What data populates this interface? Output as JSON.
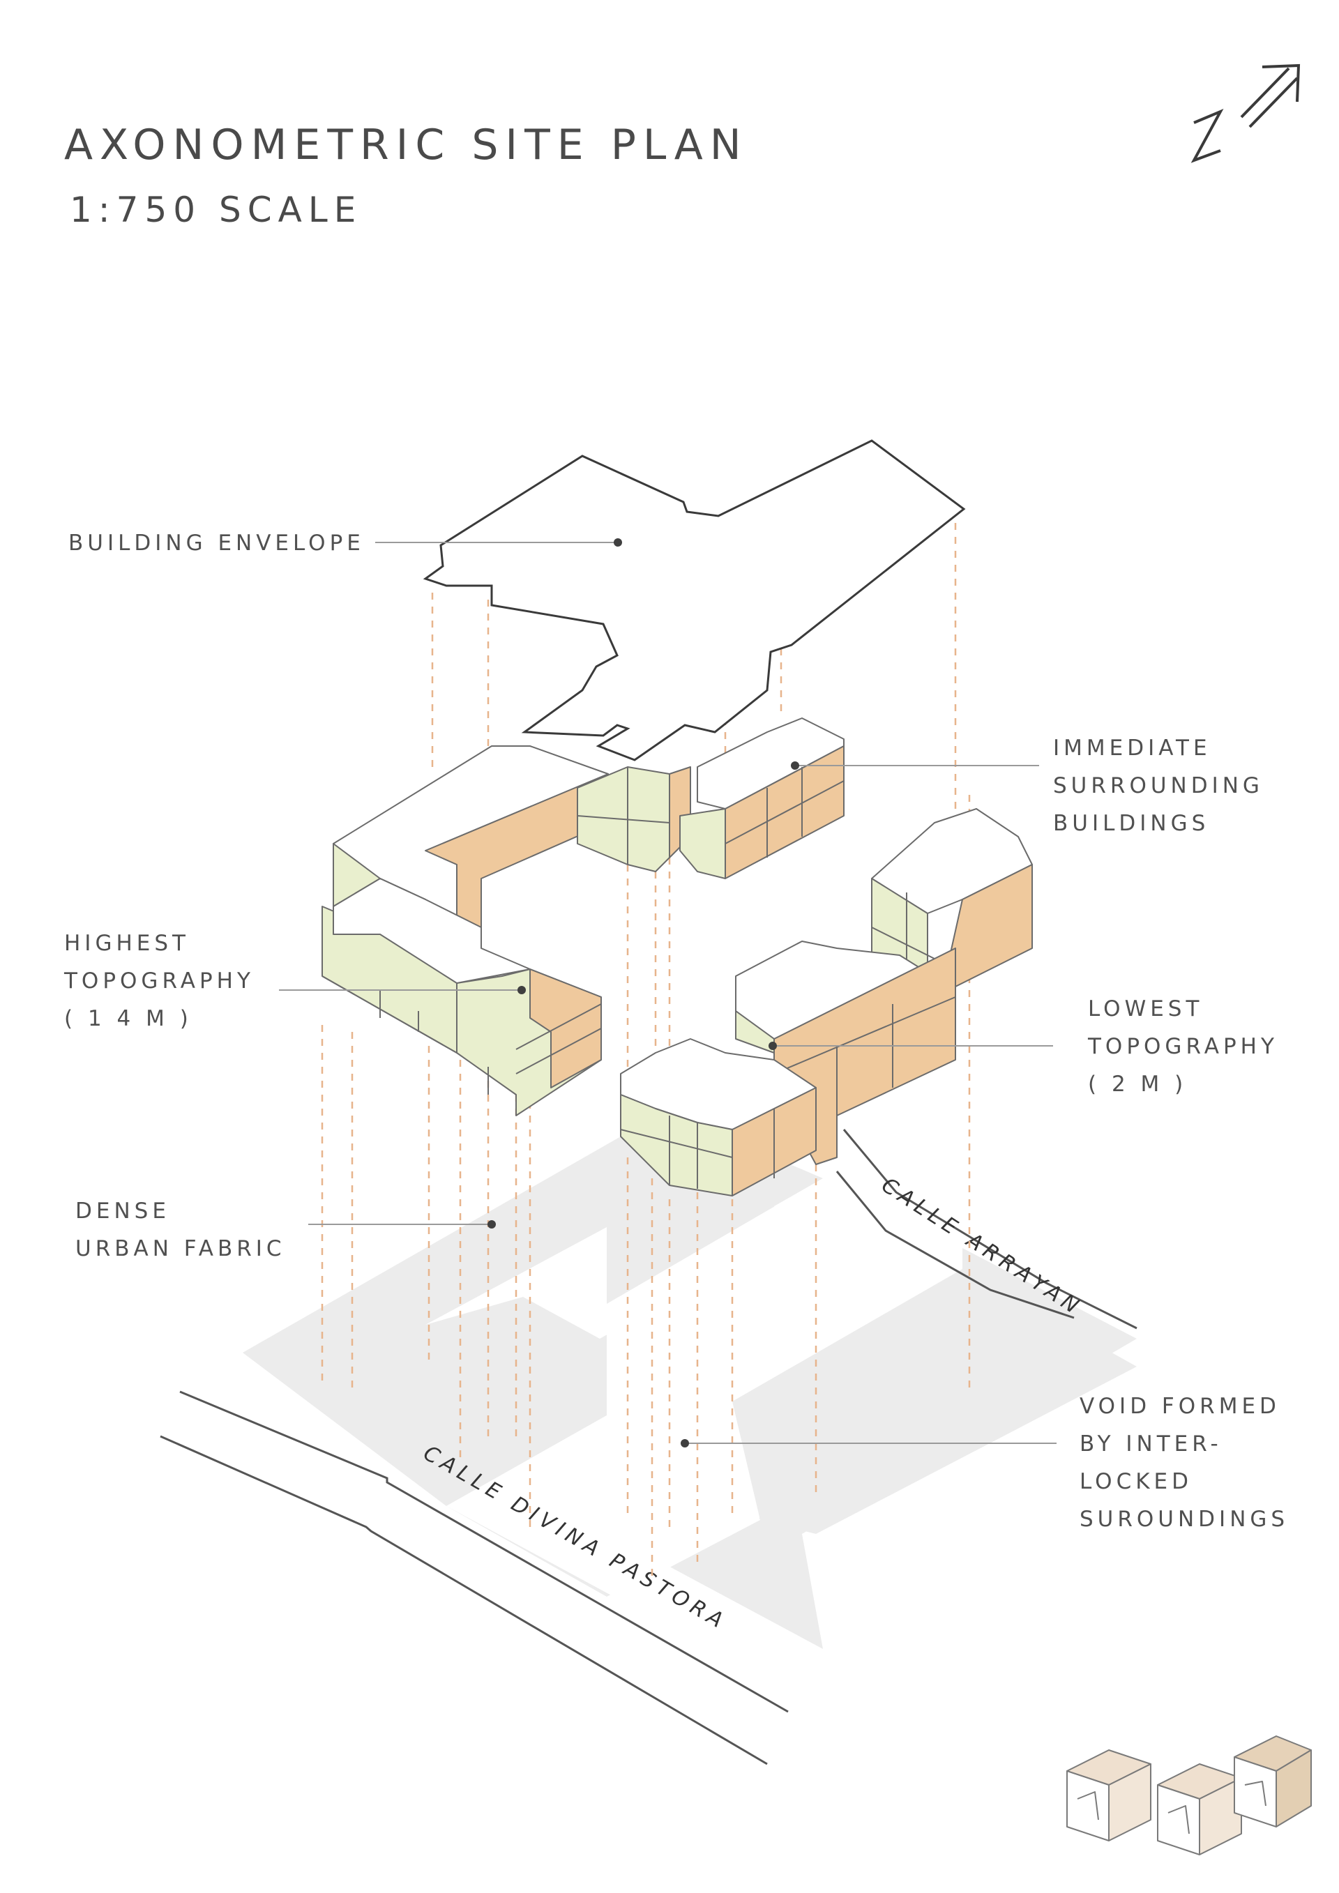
{
  "title": "AXONOMETRIC SITE PLAN",
  "subtitle": "1:750 SCALE",
  "labels": {
    "building_envelope": "BUILDING ENVELOPE",
    "immediate_surrounding": "IMMEDIATE\nSURROUNDING\nBUILDINGS",
    "highest_topography": "HIGHEST\nTOPOGRAPHY\n( 1 4 M )",
    "lowest_topography": "LOWEST\nTOPOGRAPHY\n( 2 M )",
    "dense_urban_fabric": "DENSE\nURBAN FABRIC",
    "void": "VOID FORMED\nBY INTER-\nLOCKED\nSUROUNDINGS"
  },
  "streets": {
    "arrayan": "CALLE ARRAYAN",
    "divina_pastora": "CALLE DIVINA PASTORA"
  },
  "colors": {
    "orange_face": "#efc99d",
    "green_face": "#e9efce",
    "ground": "#ececec",
    "line": "#555555",
    "leader": "#9a9a9a",
    "drop_line": "#e7b48c"
  },
  "icons": {
    "north_arrow": "north-arrow-icon",
    "logo": "studio-logo"
  }
}
